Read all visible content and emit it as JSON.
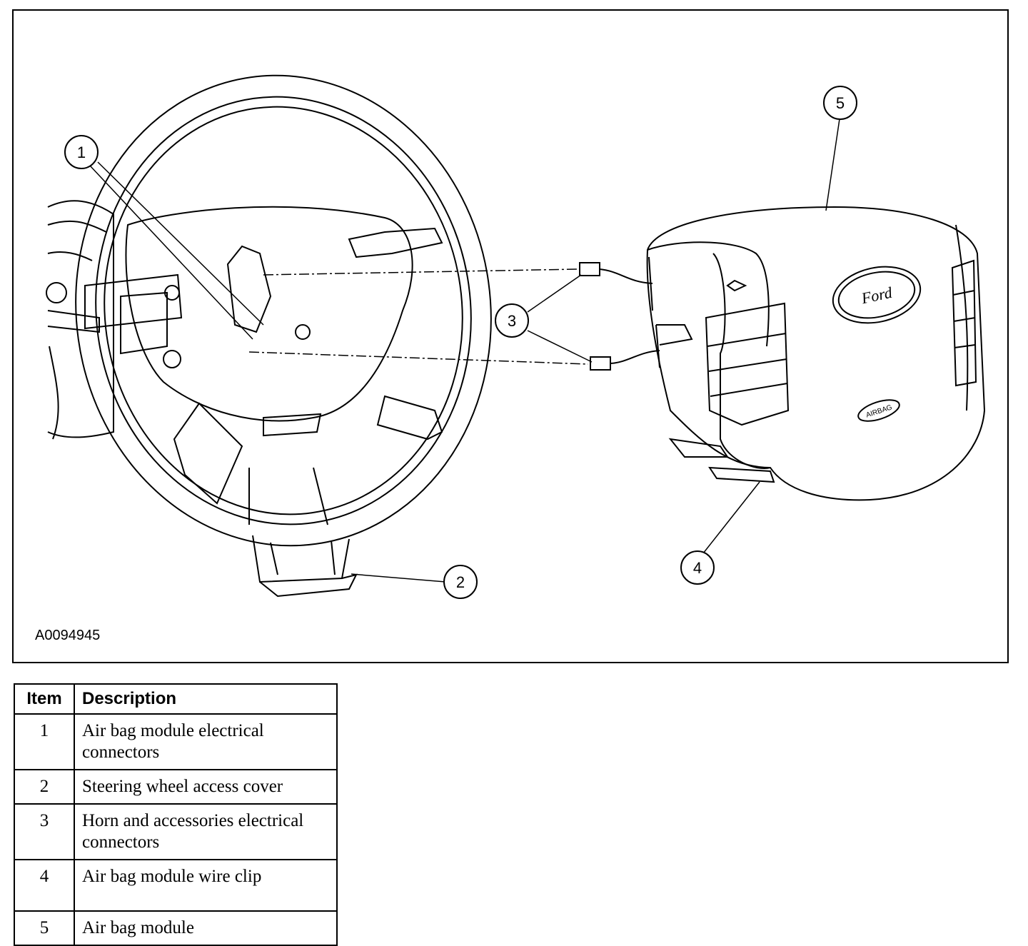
{
  "figure": {
    "id": "A0094945",
    "callouts": [
      "1",
      "2",
      "3",
      "4",
      "5"
    ],
    "logo_text": "Ford",
    "airbag_text": "AIRBAG"
  },
  "legend": {
    "headers": [
      "Item",
      "Description"
    ],
    "rows": [
      {
        "item": "1",
        "description": "Air bag module electrical connectors"
      },
      {
        "item": "2",
        "description": "Steering wheel access cover"
      },
      {
        "item": "3",
        "description": "Horn and accessories electrical connectors"
      },
      {
        "item": "4",
        "description": "Air bag module wire clip"
      },
      {
        "item": "5",
        "description": "Air bag module"
      }
    ]
  }
}
